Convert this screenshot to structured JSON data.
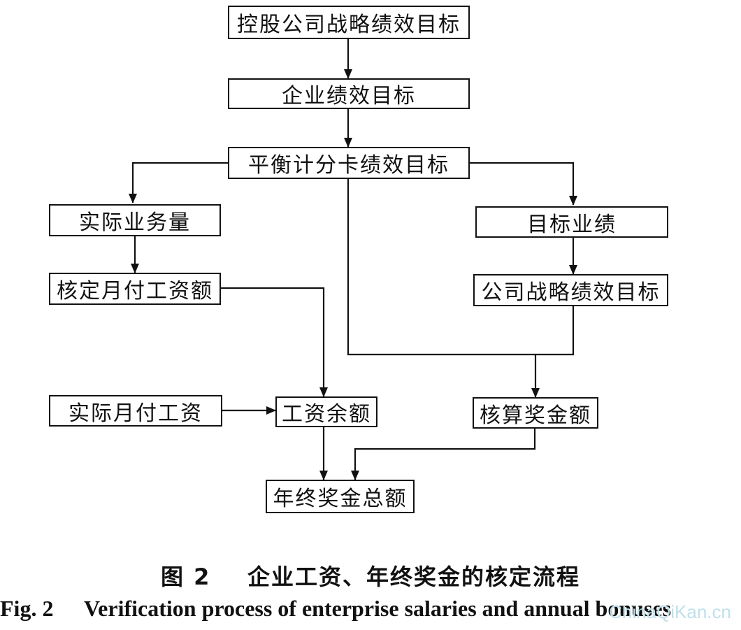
{
  "nodes": {
    "holding_goal": "控股公司战略绩效目标",
    "enterprise_goal": "企业绩效目标",
    "bsc_goal": "平衡计分卡绩效目标",
    "actual_volume": "实际业务量",
    "target_performance": "目标业绩",
    "approved_monthly_wage": "核定月付工资额",
    "company_strategy_goal": "公司战略绩效目标",
    "actual_monthly_wage": "实际月付工资",
    "wage_balance": "工资余额",
    "calculated_bonus": "核算奖金额",
    "annual_bonus_total": "年终奖金总额"
  },
  "caption": {
    "cn_number": "图 2",
    "cn_title": "企业工资、年终奖金的核定流程",
    "en_number": "Fig. 2",
    "en_title": "Verification process of enterprise salaries and annual bonuses"
  },
  "watermark": "ChinaQiKan.cn"
}
